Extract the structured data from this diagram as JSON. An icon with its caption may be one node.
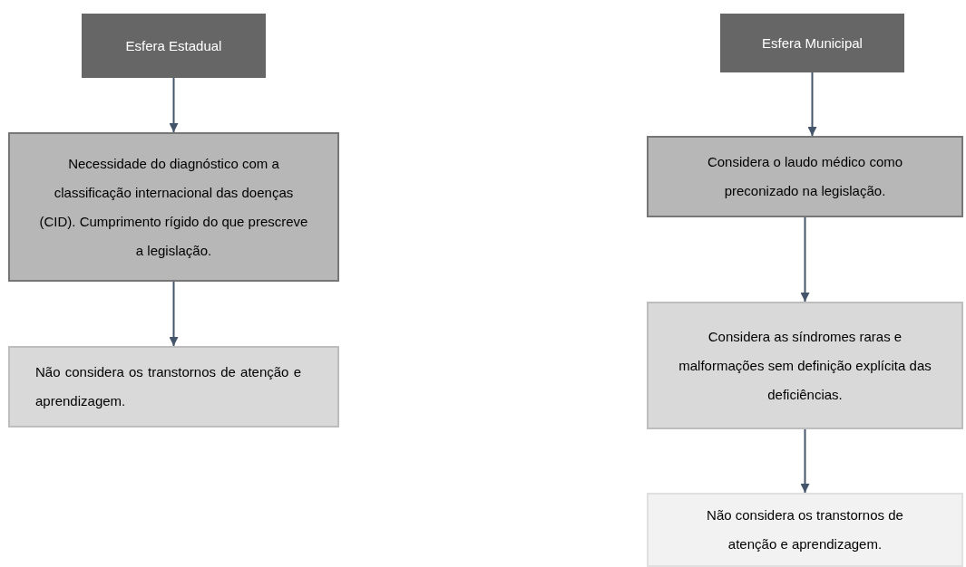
{
  "diagram": {
    "nodes": [
      {
        "text": [
          "Esfera Estadual"
        ]
      },
      {
        "text": [
          "Necessidade do diagnóstico com a classificação internacional das doenças (CID). Cumprimento rígido do que prescreve a legislação."
        ]
      },
      {
        "text": [
          "Não considera os transtornos de atenção e aprendizagem."
        ]
      },
      {
        "text": [
          "Esfera Municipal"
        ]
      },
      {
        "text": [
          "Considera o laudo médico como preconizado na legislação."
        ]
      },
      {
        "text": [
          "Considera as síndromes raras e malformações sem definição explícita das deficiências."
        ]
      },
      {
        "text": [
          "Não considera os transtornos de atenção e aprendizagem."
        ]
      }
    ],
    "edges": [
      {
        "from": 0,
        "to": 1,
        "arrow": "to"
      },
      {
        "from": 1,
        "to": 2,
        "arrow": "to"
      },
      {
        "from": 3,
        "to": 4,
        "arrow": "to"
      },
      {
        "from": 4,
        "to": 5,
        "arrow": "to"
      },
      {
        "from": 5,
        "to": 6,
        "arrow": "to"
      }
    ]
  }
}
